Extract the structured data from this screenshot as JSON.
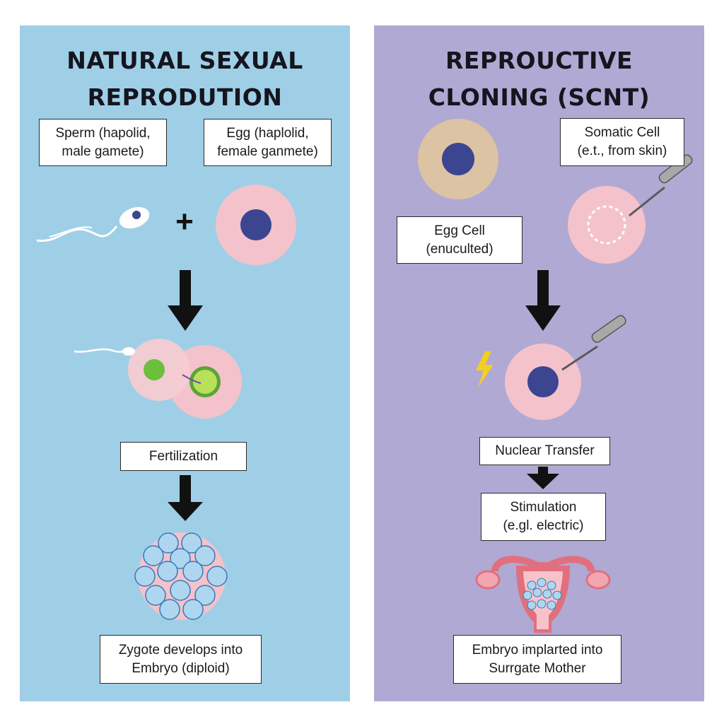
{
  "left_panel": {
    "title_line1": "NATURAL SEXUAL",
    "title_line2": "REPRODUTION",
    "sperm_label": [
      "Sperm (hapolid,",
      "male gamete)"
    ],
    "egg_label": [
      "Egg (haplolid,",
      "female ganmete)"
    ],
    "plus_sign": "+",
    "fertilization_label": "Fertilization",
    "result_label": [
      "Zygote develops into",
      "Embryo (diploid)"
    ]
  },
  "right_panel": {
    "title_line1": "REPROUCTIVE",
    "title_line2": "CLONING (SCNT)",
    "somatic_label": [
      "Somatic Cell",
      "(e.t., from skin)"
    ],
    "egg_cell_label": [
      "Egg Cell",
      "(enuculted)"
    ],
    "nuclear_transfer_label": "Nuclear Transfer",
    "stimulation_label": [
      "Stimulation",
      "(e.gl. electric)"
    ],
    "result_label": [
      "Embryo implarted into",
      "Surrgate Mother"
    ]
  },
  "colors": {
    "left_background": "#9fcfe6",
    "right_background": "#b0a9d3",
    "cell_pink": "#f4c2cb",
    "nucleus_blue": "#3b4590",
    "somatic_tan": "#dcc3a3",
    "nucleus_green": "#7cc241",
    "uterus_red": "#e0707e",
    "lightning_yellow": "#f5cf1f"
  },
  "icons": [
    "sperm-icon",
    "egg-cell-icon",
    "down-arrow-icon",
    "fertilization-icon",
    "embryo-cluster-icon",
    "somatic-cell-icon",
    "micropipette-icon",
    "enucleated-egg-icon",
    "lightning-icon",
    "uterus-icon"
  ]
}
